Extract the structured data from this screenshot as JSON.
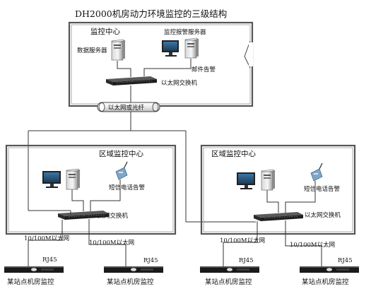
{
  "title": "DH2000机房动力环境监控的三级结构",
  "top_center": {
    "name": "监控中心",
    "data_server": "数据服务器",
    "alarm_server": "监控报警服务器",
    "mail_alarm": "邮件告警",
    "switch": "以太网交换机"
  },
  "backbone": "以太网或光纤",
  "regional_left": {
    "name": "区域监控中心",
    "sms_alarm": "短信电话告警",
    "switch": "以太网交换机",
    "link_left": "10/100M以太网",
    "link_right": "10/100M以太网",
    "port_left": "RJ45",
    "port_right": "RJ45",
    "site_left": "某站点机房监控",
    "site_right": "某站点机房监控"
  },
  "regional_right": {
    "name": "区域监控中心",
    "sms_alarm": "短信电话告警",
    "switch": "以太网交换机",
    "link_left": "10/100M以太网",
    "link_right": "10/100M以太网",
    "port_left": "RJ45",
    "port_right": "RJ45",
    "site_left": "某站点机房监控",
    "site_right": "某站点机房监控"
  },
  "colors": {
    "frame": "#555555",
    "line": "#333333",
    "device": "#1a1a1a",
    "monitor_screen": "#2f5f86",
    "phone": "#7fa6c8"
  }
}
